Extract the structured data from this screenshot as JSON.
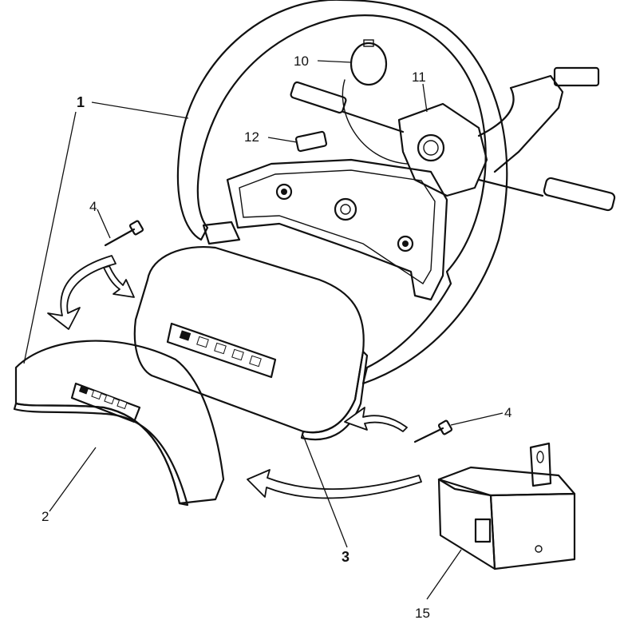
{
  "diagram": {
    "callouts": [
      {
        "id": "1",
        "text": "1"
      },
      {
        "id": "2",
        "text": "2"
      },
      {
        "id": "3",
        "text": "3"
      },
      {
        "id": "4a",
        "text": "4"
      },
      {
        "id": "4b",
        "text": "4"
      },
      {
        "id": "10",
        "text": "10"
      },
      {
        "id": "11",
        "text": "11"
      },
      {
        "id": "12",
        "text": "12"
      },
      {
        "id": "15",
        "text": "15"
      }
    ]
  }
}
